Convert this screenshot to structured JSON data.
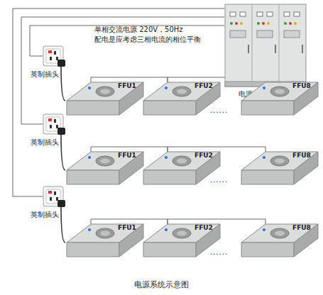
{
  "diagram": {
    "caption": "电源系统示意图",
    "nodes": [
      {
        "text": [
          "电源控制柜"
        ]
      },
      {
        "text": [
          "英制插头"
        ]
      },
      {
        "text": [
          "FFU1"
        ]
      },
      {
        "text": [
          "FFU2"
        ]
      },
      {
        "text": [
          "FFU8"
        ]
      },
      {
        "text": [
          "英制插头"
        ]
      },
      {
        "text": [
          "FFU1"
        ]
      },
      {
        "text": [
          "FFU2"
        ]
      },
      {
        "text": [
          "FFU8"
        ]
      },
      {
        "text": [
          "英制插头"
        ]
      },
      {
        "text": [
          "FFU1"
        ]
      },
      {
        "text": [
          "FFU2"
        ]
      },
      {
        "text": [
          "FFU8"
        ]
      }
    ],
    "edges": [
      {
        "from": 0,
        "to": 1,
        "arrow": "none"
      },
      {
        "from": 0,
        "to": 5,
        "arrow": "none"
      },
      {
        "from": 0,
        "to": 9,
        "arrow": "none"
      },
      {
        "from": 1,
        "to": 2,
        "arrow": "none"
      },
      {
        "from": 2,
        "to": 3,
        "arrow": "none"
      },
      {
        "from": 3,
        "to": 4,
        "arrow": "none"
      },
      {
        "from": 5,
        "to": 6,
        "arrow": "none"
      },
      {
        "from": 6,
        "to": 7,
        "arrow": "none"
      },
      {
        "from": 7,
        "to": 8,
        "arrow": "none"
      },
      {
        "from": 9,
        "to": 10,
        "arrow": "none"
      },
      {
        "from": 10,
        "to": 11,
        "arrow": "none"
      },
      {
        "from": 11,
        "to": 12,
        "arrow": "none"
      }
    ],
    "labels": [
      "单相交流电源 220V，50Hz",
      "配电是应考虑三相电流的相位平衡",
      "......",
      "......",
      "......"
    ]
  }
}
